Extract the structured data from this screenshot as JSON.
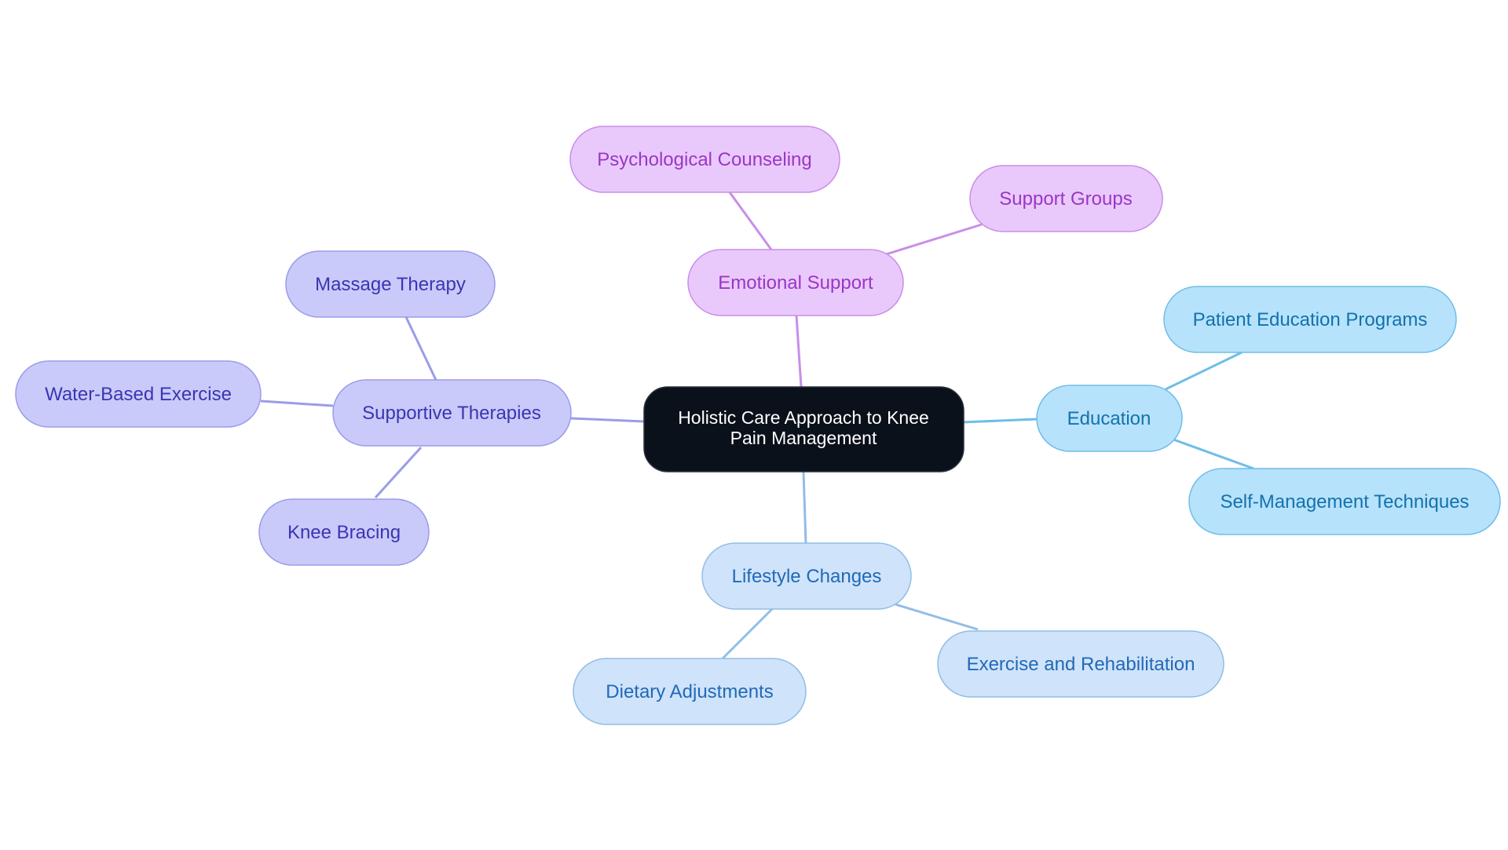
{
  "root": {
    "label_lines": [
      "Holistic Care Approach to Knee",
      "Pain Management"
    ],
    "colors": {
      "fill": "#0b111a",
      "text": "#ffffff"
    }
  },
  "branches": [
    {
      "id": "emotional",
      "label": "Emotional Support",
      "colors": {
        "fill": "#e9c9fc",
        "stroke": "#c98ee8",
        "text": "#9b36c4",
        "edge": "#c98ee8"
      },
      "children": [
        {
          "id": "psych",
          "label": "Psychological Counseling"
        },
        {
          "id": "groups",
          "label": "Support Groups"
        }
      ]
    },
    {
      "id": "education",
      "label": "Education",
      "colors": {
        "fill": "#b7e2fb",
        "stroke": "#6fbde8",
        "text": "#1272ad",
        "edge": "#6fbde8"
      },
      "children": [
        {
          "id": "patient",
          "label": "Patient Education Programs"
        },
        {
          "id": "selfmgmt",
          "label": "Self-Management Techniques"
        }
      ]
    },
    {
      "id": "lifestyle",
      "label": "Lifestyle Changes",
      "colors": {
        "fill": "#cfe3fa",
        "stroke": "#92bde6",
        "text": "#2169b7",
        "edge": "#92bde6"
      },
      "children": [
        {
          "id": "exercise",
          "label": "Exercise and Rehabilitation"
        },
        {
          "id": "diet",
          "label": "Dietary Adjustments"
        }
      ]
    },
    {
      "id": "supportive",
      "label": "Supportive Therapies",
      "colors": {
        "fill": "#c9caf9",
        "stroke": "#9b9ce8",
        "text": "#3a35b2",
        "edge": "#9b9ce8"
      },
      "children": [
        {
          "id": "massage",
          "label": "Massage Therapy"
        },
        {
          "id": "water",
          "label": "Water-Based Exercise"
        },
        {
          "id": "brace",
          "label": "Knee Bracing"
        }
      ]
    }
  ]
}
